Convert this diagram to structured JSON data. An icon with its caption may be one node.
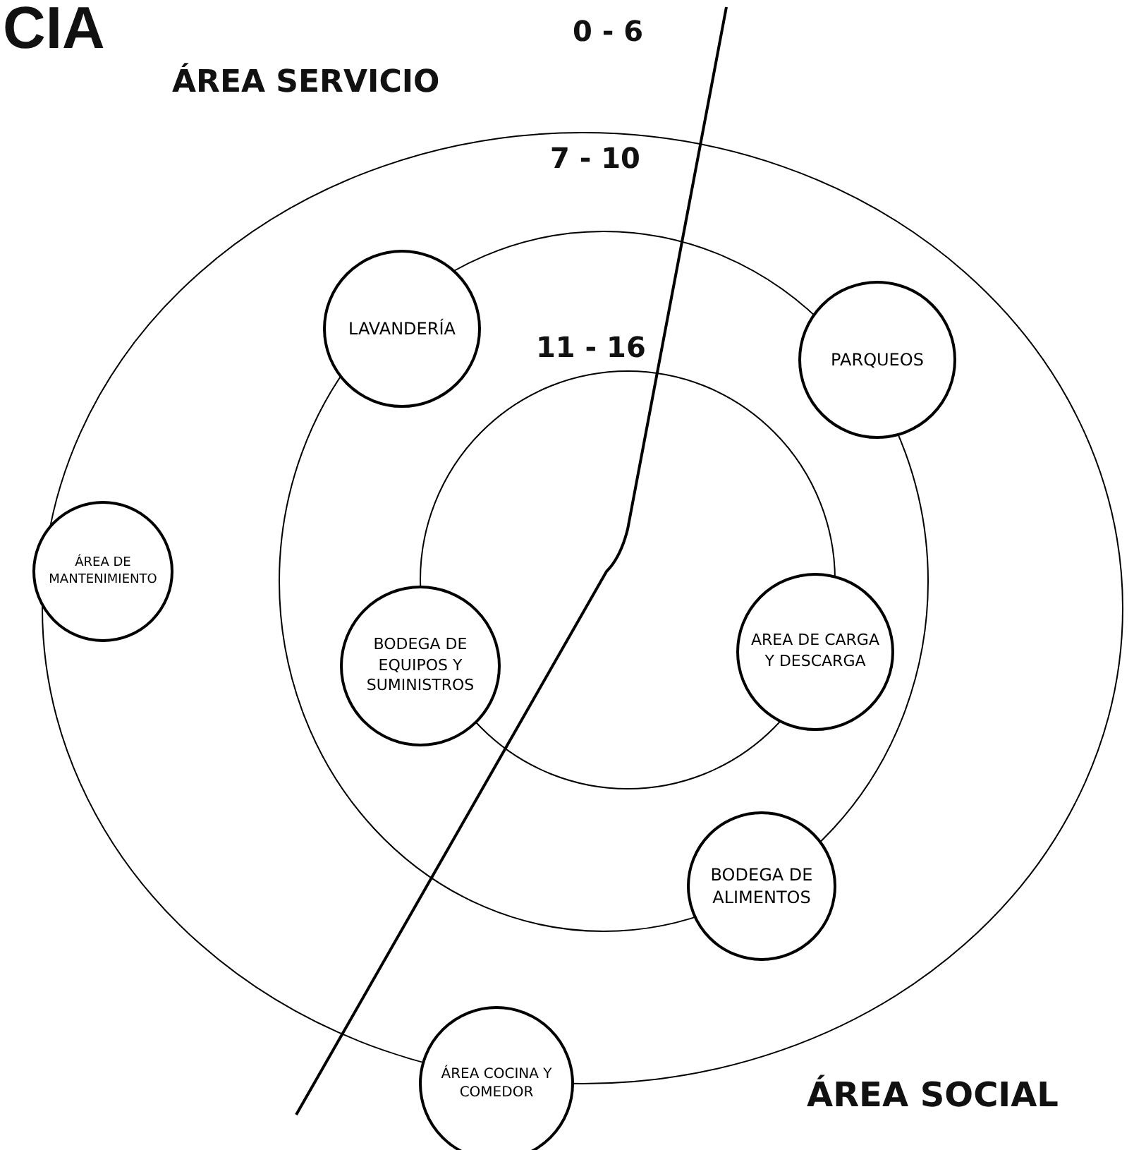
{
  "diagram": {
    "title": "CIA",
    "nodes": [
      {
        "text": [
          "LAVANDERÍA"
        ]
      },
      {
        "text": [
          "PARQUEOS"
        ]
      },
      {
        "text": [
          "ÁREA DE MANTENIMIENTO"
        ]
      },
      {
        "text": [
          "BODEGA DE EQUIPOS Y SUMINISTROS"
        ]
      },
      {
        "text": [
          "AREA DE CARGA Y DESCARGA"
        ]
      },
      {
        "text": [
          "BODEGA DE ALIMENTOS"
        ]
      },
      {
        "text": [
          "ÁREA COCINA Y COMEDOR"
        ]
      }
    ],
    "labels": [
      "0 - 6",
      "ÁREA SERVICIO",
      "7 - 10",
      "11 - 16",
      "ÁREA SOCIAL"
    ]
  }
}
